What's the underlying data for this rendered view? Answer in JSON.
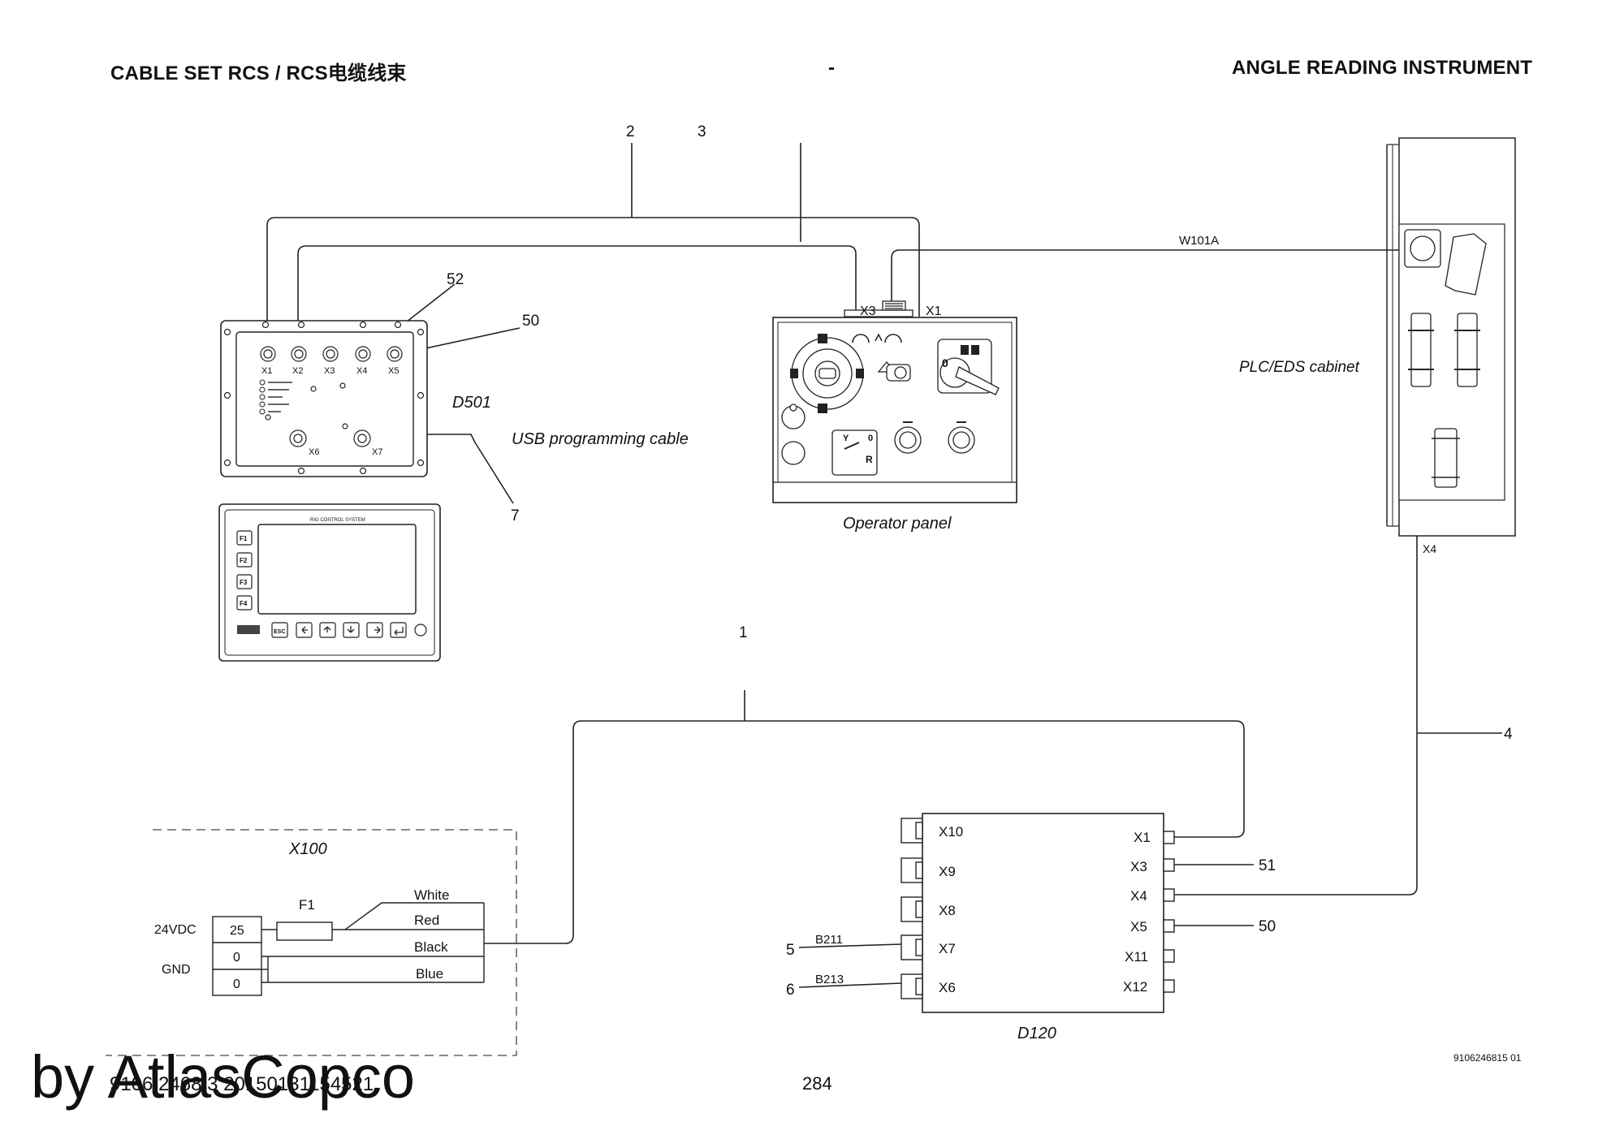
{
  "header": {
    "left": "CABLE SET RCS / RCS电缆线束",
    "center": "-",
    "right": "ANGLE READING INSTRUMENT"
  },
  "cables": {
    "c1": "1",
    "c2": "2",
    "c3": "3",
    "c4": "4",
    "c5": "5",
    "c6": "6",
    "c7": "7",
    "c50a": "50",
    "c50b": "50",
    "c51": "51",
    "c52": "52"
  },
  "d501": {
    "name": "D501",
    "ports": [
      "X1",
      "X2",
      "X3",
      "X4",
      "X5"
    ],
    "port_x6": "X6",
    "port_x7": "X7",
    "usb_label": "USB programming cable"
  },
  "display": {
    "header": "RIG CONTROL SYSTEM",
    "fkeys": [
      "F1",
      "F2",
      "F3",
      "F4"
    ],
    "esc": "ESC"
  },
  "operator_panel": {
    "name": "Operator panel",
    "x3": "X3",
    "x1": "X1",
    "zero": "0",
    "y": "Y",
    "r": "R"
  },
  "plc": {
    "name": "PLC/EDS cabinet",
    "x4": "X4",
    "w101a": "W101A"
  },
  "d120": {
    "name": "D120",
    "left_ports": [
      "X10",
      "X9",
      "X8",
      "X7",
      "X6"
    ],
    "right_ports": [
      "X1",
      "X3",
      "X4",
      "X5",
      "X11",
      "X12"
    ],
    "b211": "B211",
    "b213": "B213"
  },
  "x100": {
    "name": "X100",
    "v24": "24VDC",
    "gnd": "GND",
    "terminals": [
      "25",
      "0",
      "0"
    ],
    "fuse": "F1",
    "wires": [
      "White",
      "Red",
      "Black",
      "Blue"
    ]
  },
  "footer": {
    "watermark": "by AtlasCopco",
    "docref": "9106 2468 3 20150131154521",
    "page": "284",
    "drawing_no": "9106246815 01"
  }
}
